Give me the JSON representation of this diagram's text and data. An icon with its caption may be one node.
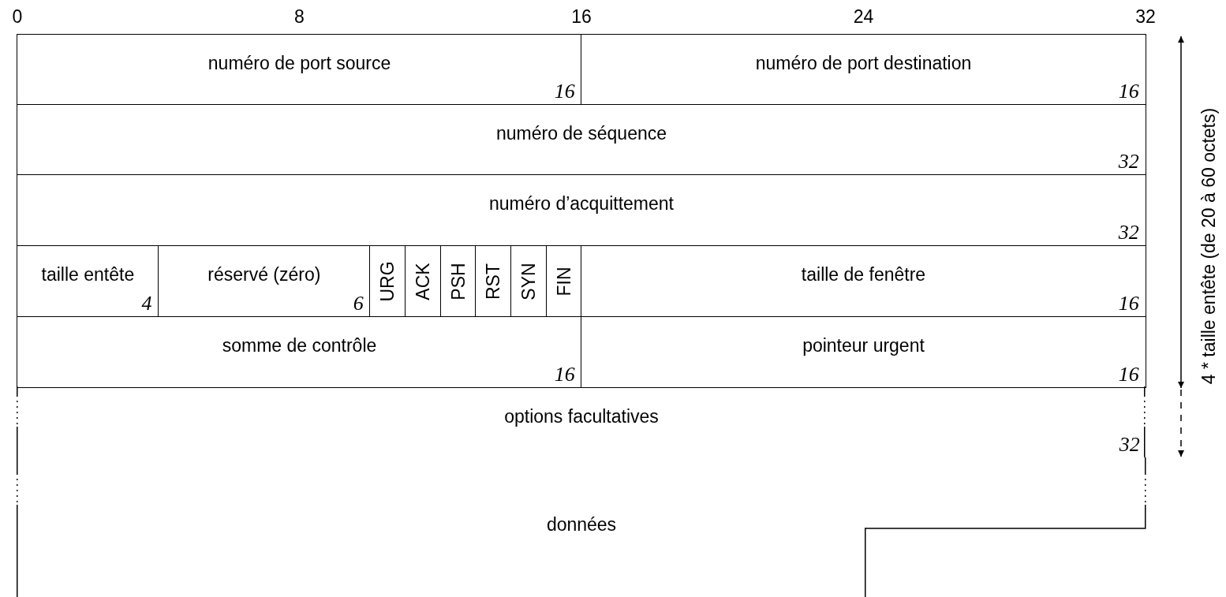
{
  "diagram": {
    "nodes": [
      {
        "text": [
          "numéro de port source",
          "16"
        ]
      },
      {
        "text": [
          "numéro de port destination",
          "16"
        ]
      },
      {
        "text": [
          "numéro de séquence",
          "32"
        ]
      },
      {
        "text": [
          "numéro d’acquittement",
          "32"
        ]
      },
      {
        "text": [
          "taille entête",
          "4"
        ]
      },
      {
        "text": [
          "réservé (zéro)",
          "6"
        ]
      },
      {
        "text": [
          "URG"
        ]
      },
      {
        "text": [
          "ACK"
        ]
      },
      {
        "text": [
          "PSH"
        ]
      },
      {
        "text": [
          "RST"
        ]
      },
      {
        "text": [
          "SYN"
        ]
      },
      {
        "text": [
          "FIN"
        ]
      },
      {
        "text": [
          "taille de fenêtre",
          "16"
        ]
      },
      {
        "text": [
          "somme de contrôle",
          "16"
        ]
      },
      {
        "text": [
          "pointeur urgent",
          "16"
        ]
      },
      {
        "text": [
          "options facultatives",
          "32"
        ]
      },
      {
        "text": [
          "données"
        ]
      }
    ],
    "labels": [
      "0",
      "8",
      "16",
      "24",
      "32",
      "4 * taille entête (de 20 à 60 octets)"
    ]
  }
}
